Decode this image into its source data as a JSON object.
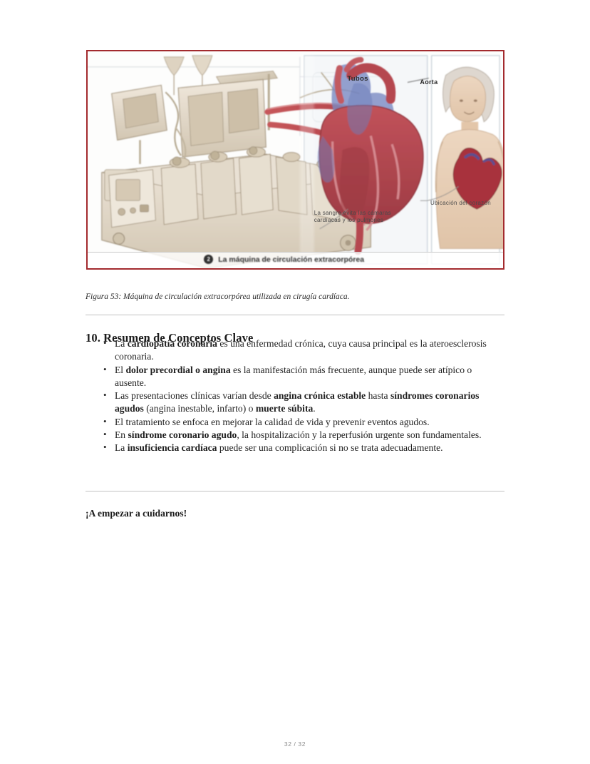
{
  "figure": {
    "alt_name": "maquina-circulacion-extracorporea",
    "border_color": "#a32a2e",
    "labels": {
      "tubos": "Tubos",
      "aorta": "Aorta",
      "sangre_evita": "La sangre evita las cámaras cardíacas y los pulmones",
      "ubicacion_corazon": "Ubicación del corazón"
    },
    "banner": {
      "number": "2",
      "text": "La máquina de circulación extracorpórea"
    },
    "colors": {
      "machine_beige": "#ded4c4",
      "heart_red": "#b5474f",
      "vein_blue": "#6f7fbe",
      "tube_red": "#c0474b",
      "skin": "#e7cdb5"
    }
  },
  "caption": "Figura 53: Máquina de circulación extracorpórea utilizada en cirugía cardíaca.",
  "section": {
    "heading": "10. Resumen de Conceptos Clave",
    "bullets": [
      {
        "parts": [
          {
            "text": "La ",
            "bold": false
          },
          {
            "text": "cardiopatía coronaria",
            "bold": true
          },
          {
            "text": " es una enfermedad crónica, cuya causa principal es la ateroesclerosis coronaria.",
            "bold": false
          }
        ]
      },
      {
        "parts": [
          {
            "text": "El ",
            "bold": false
          },
          {
            "text": "dolor precordial o angina",
            "bold": true
          },
          {
            "text": " es la manifestación más frecuente, aunque puede ser atípico o ausente.",
            "bold": false
          }
        ]
      },
      {
        "parts": [
          {
            "text": "Las presentaciones clínicas varían desde ",
            "bold": false
          },
          {
            "text": "angina crónica estable",
            "bold": true
          },
          {
            "text": " hasta ",
            "bold": false
          },
          {
            "text": "síndromes coronarios agudos",
            "bold": true
          },
          {
            "text": " (angina inestable, infarto) o ",
            "bold": false
          },
          {
            "text": "muerte súbita",
            "bold": true
          },
          {
            "text": ".",
            "bold": false
          }
        ]
      },
      {
        "parts": [
          {
            "text": "El tratamiento se enfoca en mejorar la calidad de vida y prevenir eventos agudos.",
            "bold": false
          }
        ]
      },
      {
        "parts": [
          {
            "text": "En ",
            "bold": false
          },
          {
            "text": "síndrome coronario agudo",
            "bold": true
          },
          {
            "text": ", la hospitalización y la reperfusión urgente son fundamentales.",
            "bold": false
          }
        ]
      },
      {
        "parts": [
          {
            "text": "La ",
            "bold": false
          },
          {
            "text": "insuficiencia cardíaca",
            "bold": true
          },
          {
            "text": " puede ser una complicación si no se trata adecuadamente.",
            "bold": false
          }
        ]
      }
    ]
  },
  "closing": "¡A empezar a cuidarnos!",
  "footer": {
    "page_indicator": "32 / 32"
  }
}
